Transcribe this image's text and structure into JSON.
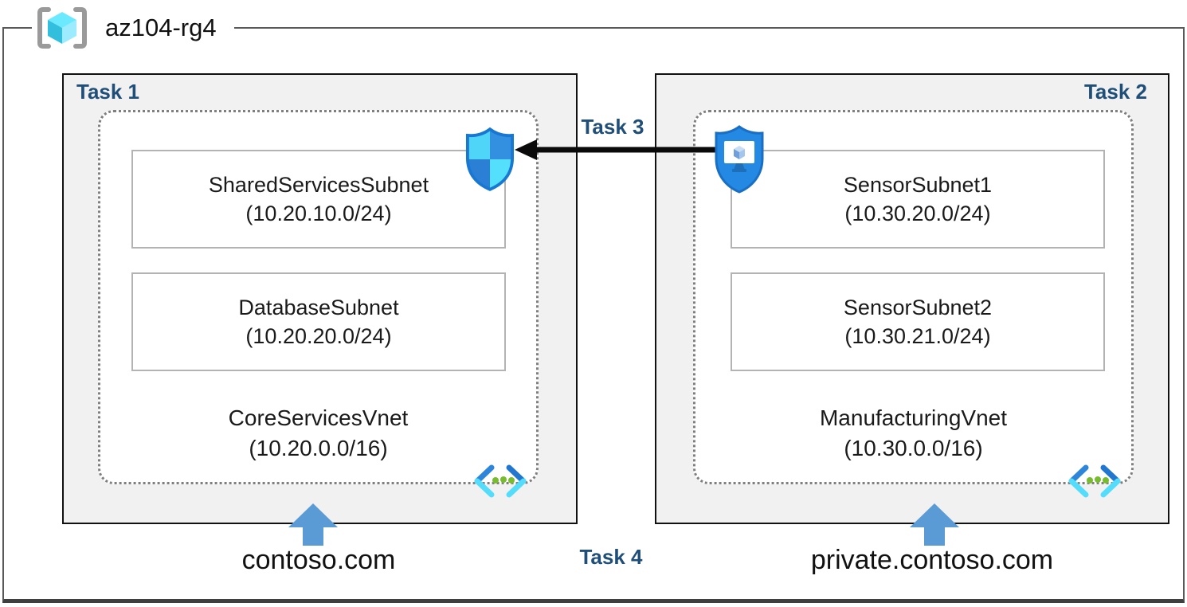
{
  "header": {
    "resource_group": "az104-rg4"
  },
  "tasks": {
    "task1": "Task 1",
    "task2": "Task 2",
    "task3": "Task 3",
    "task4": "Task 4"
  },
  "vnet1": {
    "name": "CoreServicesVnet",
    "cidr": "(10.20.0.0/16)",
    "subnets": [
      {
        "name": "SharedServicesSubnet",
        "cidr": "(10.20.10.0/24)"
      },
      {
        "name": "DatabaseSubnet",
        "cidr": "(10.20.20.0/24)"
      }
    ],
    "dns_zone": "contoso.com"
  },
  "vnet2": {
    "name": "ManufacturingVnet",
    "cidr": "(10.30.0.0/16)",
    "subnets": [
      {
        "name": "SensorSubnet1",
        "cidr": "(10.30.20.0/24)"
      },
      {
        "name": "SensorSubnet2",
        "cidr": "(10.30.21.0/24)"
      }
    ],
    "dns_zone": "private.contoso.com"
  },
  "icons": {
    "resource_group": "resource-group-icon",
    "network_security": "shield-quadrant-icon",
    "shielded_vm": "shield-monitor-icon",
    "virtual_network": "virtual-network-chevron-icon",
    "dns_pointer": "up-arrow"
  },
  "colors": {
    "task_label": "#1f4e79",
    "box_fill": "#f1f1f1",
    "dotted_border": "#7f7f7f",
    "subnet_border": "#b3b3b3",
    "accent_arrow_blue": "#5b9bd5",
    "azure_cyan": "#50e6ff",
    "azure_blue": "#2e8de0",
    "green_dot": "#76bc2d",
    "arrow_black": "#0a0a0a"
  }
}
